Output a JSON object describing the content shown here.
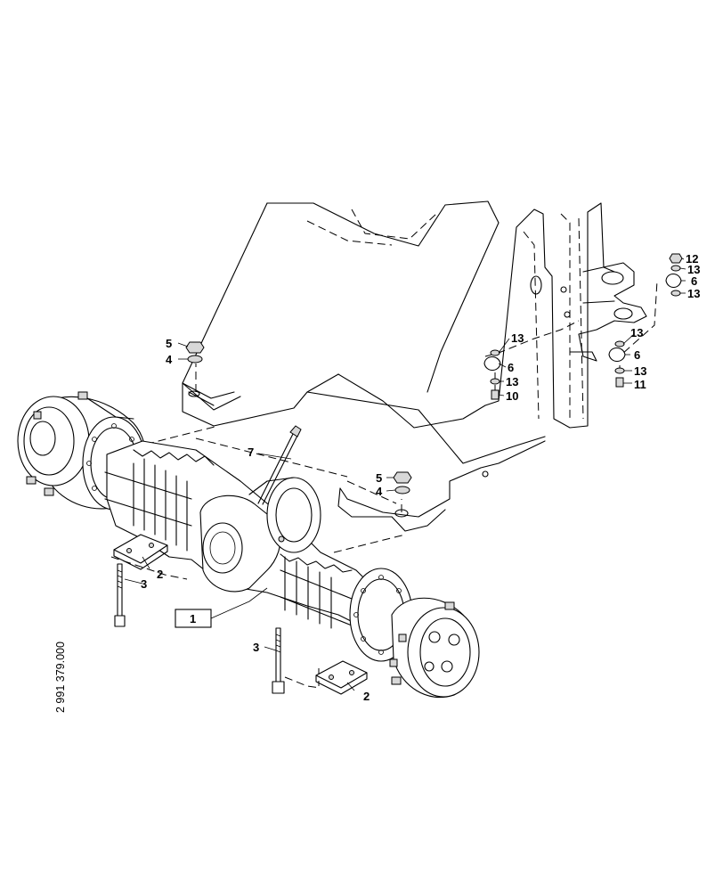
{
  "drawing_number": "2 991 379.000",
  "callouts": {
    "c1": "1",
    "c2a": "2",
    "c2b": "2",
    "c3a": "3",
    "c3b": "3",
    "c4a": "4",
    "c4b": "4",
    "c5a": "5",
    "c5b": "5",
    "c6a": "6",
    "c6b": "6",
    "c6c": "6",
    "c7": "7",
    "c10": "10",
    "c11": "11",
    "c12": "12",
    "c13a": "13",
    "c13b": "13",
    "c13c": "13",
    "c13d": "13",
    "c13e": "13",
    "c13f": "13"
  }
}
